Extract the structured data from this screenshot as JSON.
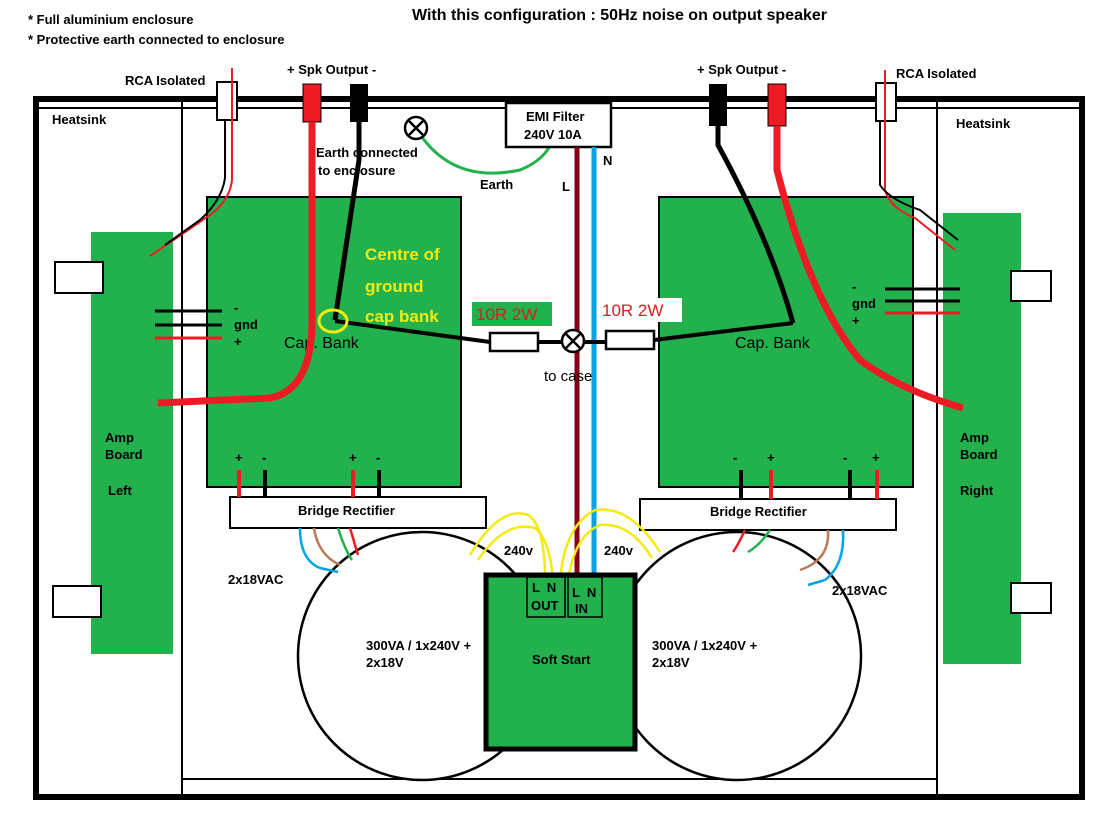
{
  "notes": [
    "* Full aluminium enclosure",
    "* Protective earth connected to enclosure"
  ],
  "title": "With this configuration : 50Hz noise on output speaker",
  "left": {
    "rca": "RCA Isolated",
    "spk": "+ Spk Output -",
    "heatsink": "Heatsink",
    "amp_board": [
      "Amp",
      "Board",
      "Left"
    ],
    "cap_bank": "Cap. Bank",
    "cap_signs": [
      "-",
      "gnd",
      "+"
    ],
    "bridge_signs": [
      "+",
      "-",
      "+",
      "-"
    ],
    "bridge": "Bridge Rectifier",
    "vac": "2x18VAC",
    "transformer": [
      "300VA / 1x240V +",
      "2x18V"
    ]
  },
  "right": {
    "rca": "RCA Isolated",
    "spk": "+ Spk Output -",
    "heatsink": "Heatsink",
    "amp_board": [
      "Amp",
      "Board",
      "Right"
    ],
    "cap_bank": "Cap. Bank",
    "cap_signs": [
      "-",
      "gnd",
      "+"
    ],
    "bridge_signs": [
      "-",
      "+",
      "-",
      "+"
    ],
    "bridge": "Bridge Rectifier",
    "vac": "2x18VAC",
    "transformer": [
      "300VA / 1x240V +",
      "2x18V"
    ]
  },
  "earth_note": [
    "Earth connected",
    "to enclosure"
  ],
  "earth_label": "Earth",
  "emi": [
    "EMI Filter",
    "240V 10A"
  ],
  "line_labels": {
    "l": "L",
    "n": "N"
  },
  "centre_note": [
    "Centre of",
    "ground",
    "cap bank"
  ],
  "resistors": [
    "10R 2W",
    "10R 2W"
  ],
  "to_case": "to case",
  "v240": [
    "240v",
    "240v"
  ],
  "soft_start": {
    "label": "Soft Start",
    "out": [
      "L  N",
      "OUT"
    ],
    "in": [
      "L  N",
      "IN"
    ]
  },
  "colors": {
    "green": "#22b14c",
    "red_wire": "#ed1c24",
    "black_wire": "#000000",
    "line_wire": "#880015",
    "neutral_wire": "#00a2e8",
    "earth_wire": "#22b14c",
    "ac_wire": "#f4ea10",
    "brown_wire": "#b97a57",
    "annotation_red": "#d51f1f",
    "highlight": "#f4ea10"
  }
}
